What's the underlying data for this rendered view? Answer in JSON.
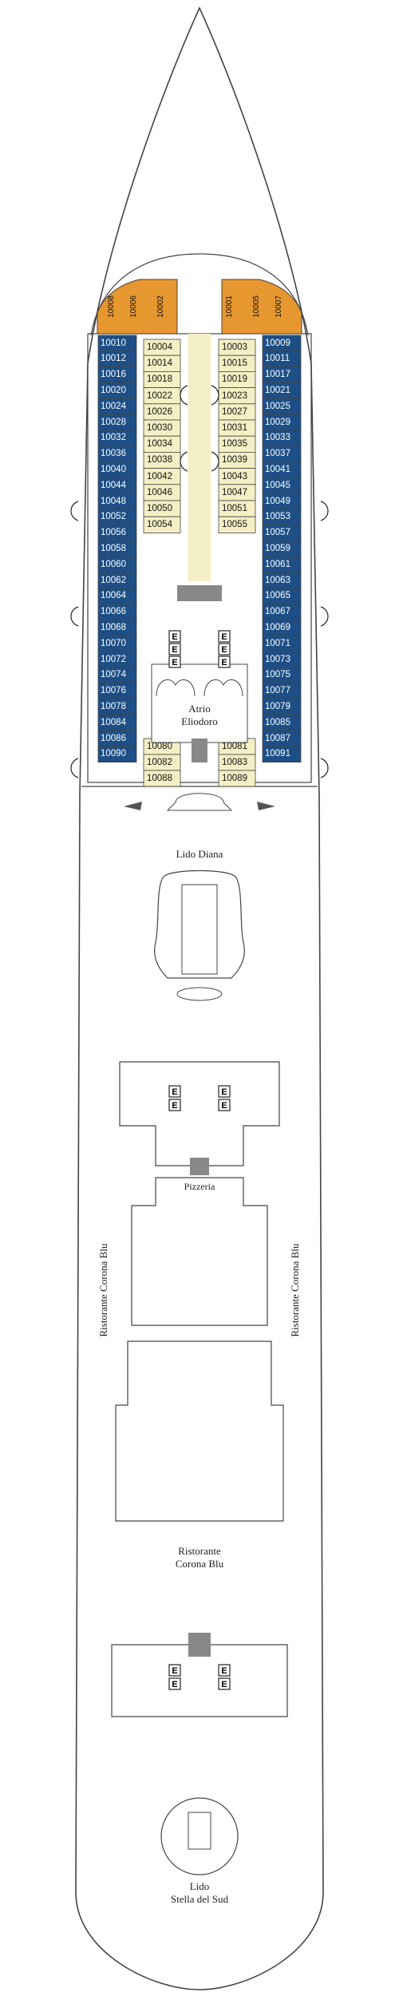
{
  "deck": {
    "colors": {
      "outline": "#444444",
      "blue_cabin": "#1d4f86",
      "cream_cabin": "#f4efc4",
      "orange_cabin": "#e7972f",
      "background": "#ffffff"
    },
    "labels": {
      "atrio": "Atrio\nEliodoro",
      "lido_diana": "Lido Diana",
      "pizzeria": "Pizzeria",
      "corona_blu_side": "Ristorante Corona Blu",
      "corona_blu_main": "Ristorante\nCorona Blu",
      "lido_stella": "Lido\nStella del Sud",
      "elevator_letter": "E"
    },
    "cabins": {
      "bow_orange": [
        "10008",
        "10006",
        "10002",
        "10001",
        "10005",
        "10007"
      ],
      "left_outer": [
        "10010",
        "10012",
        "10016",
        "10020",
        "10024",
        "10028",
        "10032",
        "10036",
        "10040",
        "10044",
        "10048",
        "10052",
        "10056",
        "10058",
        "10060",
        "10062",
        "10064",
        "10066",
        "10068",
        "10070",
        "10072",
        "10074",
        "10076",
        "10078",
        "10084",
        "10086",
        "10090"
      ],
      "inner_left_fwd": [
        "10004",
        "10014",
        "10018",
        "10022",
        "10026",
        "10030",
        "10034",
        "10038",
        "10042",
        "10046",
        "10050",
        "10054"
      ],
      "inner_right_fwd": [
        "10003",
        "10015",
        "10019",
        "10023",
        "10027",
        "10031",
        "10035",
        "10039",
        "10043",
        "10047",
        "10051",
        "10055"
      ],
      "right_outer": [
        "10009",
        "10011",
        "10017",
        "10021",
        "10025",
        "10029",
        "10033",
        "10037",
        "10041",
        "10045",
        "10049",
        "10053",
        "10057",
        "10059",
        "10061",
        "10063",
        "10065",
        "10067",
        "10069",
        "10071",
        "10073",
        "10075",
        "10077",
        "10079",
        "10085",
        "10087",
        "10091"
      ],
      "inner_left_aft": [
        "10080",
        "10082",
        "10088"
      ],
      "inner_right_aft": [
        "10081",
        "10083",
        "10089"
      ]
    }
  }
}
